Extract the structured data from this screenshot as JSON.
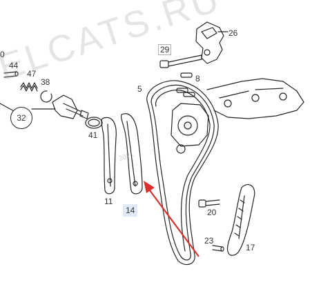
{
  "watermark": {
    "text": "ELCATS.RU",
    "year": "2021"
  },
  "callouts": {
    "c26": "26",
    "c29": "29",
    "c8": "8",
    "c5": "5",
    "c0": "0",
    "c44": "44",
    "c47": "47",
    "c38": "38",
    "c32": "32",
    "c41": "41",
    "c11": "11",
    "c14": "14",
    "c20": "20",
    "c23": "23",
    "c17": "17"
  },
  "colors": {
    "line": "#222222",
    "arrow": "#d9302c",
    "highlight": "#dfe9f7"
  }
}
